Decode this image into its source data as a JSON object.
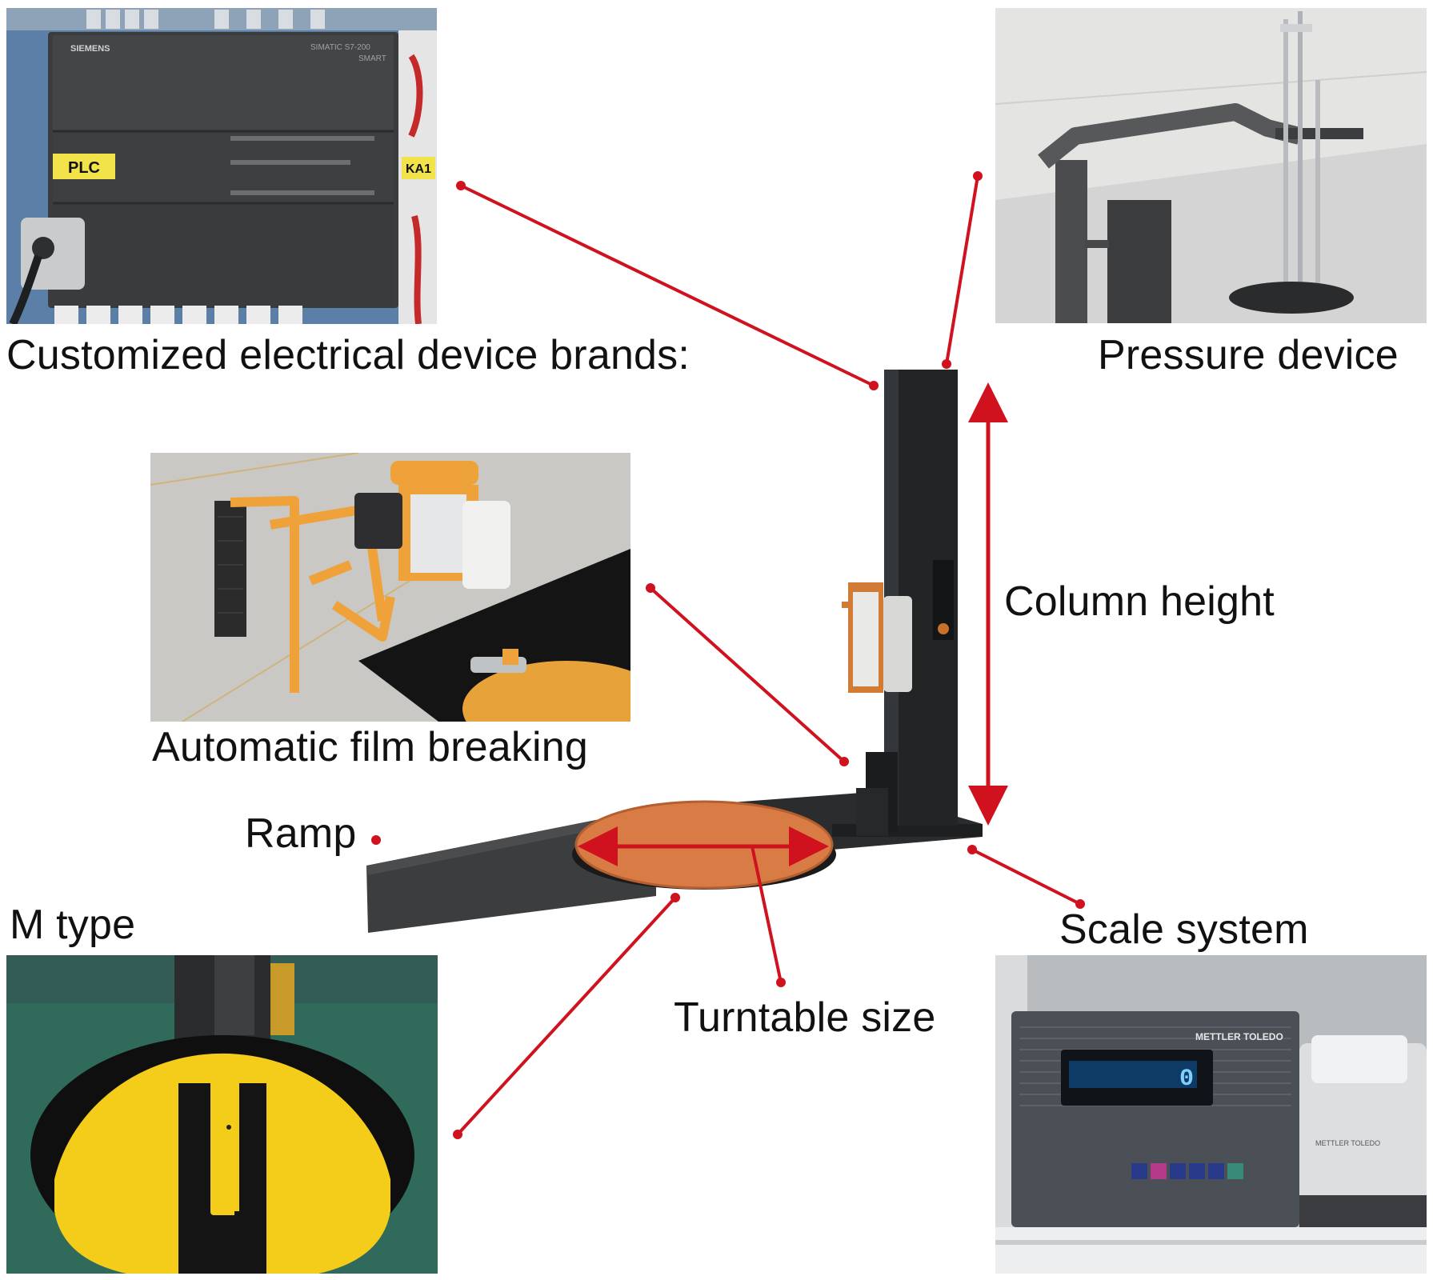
{
  "labels": {
    "electrical": "Customized electrical device brands:",
    "pressure": "Pressure device",
    "column": "Column height",
    "film": "Automatic film breaking",
    "ramp": "Ramp",
    "mtype": "M type",
    "scale": "Scale system",
    "turntable": "Turntable size"
  },
  "photo_text": {
    "plc_tag": "PLC",
    "ka_tag": "KA1",
    "siemens": "SIEMENS",
    "simatic": "SIMATIC S7-200",
    "smart": "SMART",
    "mettler": "METTLER TOLEDO",
    "printer_brand": "METTLER TOLEDO",
    "display_reading": "0"
  },
  "colors": {
    "callout": "#d0121f",
    "machine_body": "#222426",
    "turntable_top": "#d97b45",
    "m_type_plate": "#f4cc1a",
    "film_frame": "#f0a23a",
    "scale_panel": "#4b4f56"
  }
}
